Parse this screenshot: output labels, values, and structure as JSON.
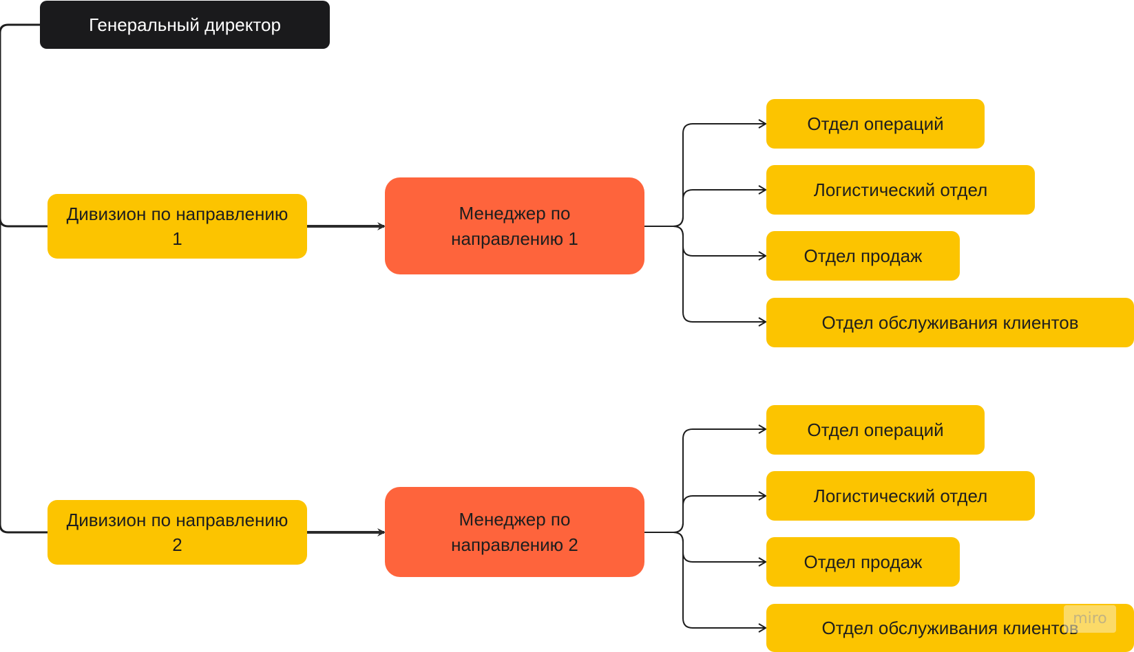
{
  "colors": {
    "ceo_fill": "#1a1a1c",
    "ceo_text": "#ffffff",
    "division_fill": "#fcc400",
    "manager_fill": "#fe643c",
    "department_fill": "#fcc400",
    "connector": "#1e1e1e",
    "text": "#1e1e1e"
  },
  "ceo": {
    "label": "Генеральный директор"
  },
  "branches": [
    {
      "division": "Дивизион по направлению\n1",
      "manager": "Менеджер по\nнаправлению 1",
      "departments": [
        "Отдел операций",
        "Логистический отдел",
        "Отдел продаж",
        "Отдел обслуживания клиентов"
      ]
    },
    {
      "division": "Дивизион по направлению\n2",
      "manager": "Менеджер по\nнаправлению 2",
      "departments": [
        "Отдел операций",
        "Логистический отдел",
        "Отдел продаж",
        "Отдел обслуживания клиентов"
      ]
    }
  ],
  "watermark": {
    "text": "miro"
  }
}
